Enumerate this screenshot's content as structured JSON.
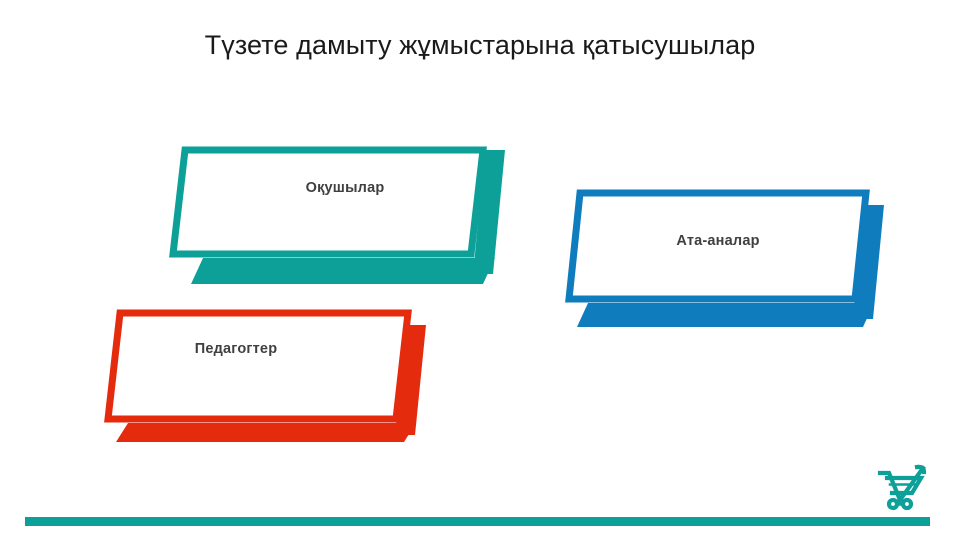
{
  "slide": {
    "title": "Түзете дамыту жұмыстарына қатысушылар",
    "background_color": "#FFFFFF",
    "title_color": "#1A1A1A"
  },
  "cards": [
    {
      "id": "students",
      "label": "Оқушылар",
      "color": "#0DA098",
      "label_color": "#404040",
      "position": "top-left"
    },
    {
      "id": "parents",
      "label": "Ата-аналар",
      "color": "#0F7CBE",
      "label_color": "#404040",
      "position": "middle-right"
    },
    {
      "id": "teachers",
      "label": "Педагогтер",
      "color": "#E42B0E",
      "label_color": "#404040",
      "position": "bottom-left"
    }
  ],
  "decorations": {
    "bottom_bar_color": "#0DA098",
    "cart_icon": "shopping-cart-icon",
    "cart_icon_color": "#0DA098"
  }
}
